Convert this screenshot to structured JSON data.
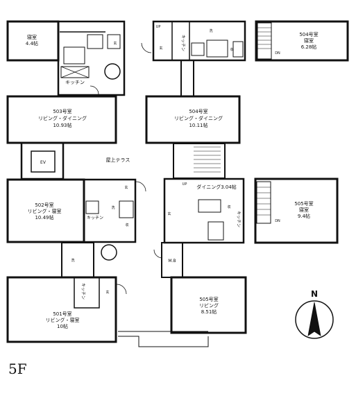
{
  "floor_label": "5F",
  "compass": {
    "letter": "N"
  },
  "labels": {
    "bedroom_tl_name": "寝室",
    "bedroom_tl_size": "4.4帖",
    "r503_name": "503号室",
    "r503_room": "リビング・ダイニング",
    "r503_size": "10.93帖",
    "r504_name": "504号室",
    "r504_room": "リビング・ダイニング",
    "r504_size": "10.11帖",
    "r504b_name": "504号室",
    "r504b_room": "寝室",
    "r504b_size": "6.28帖",
    "r502_name": "502号室",
    "r502_room": "リビング・寝室",
    "r502_size": "10.49帖",
    "r505b_name": "505号室",
    "r505b_room": "寝室",
    "r505b_size": "9.4帖",
    "r505_name": "505号室",
    "r505_room": "リビング",
    "r505_size": "8.51帖",
    "r501_name": "501号室",
    "r501_room": "リビング・寝室",
    "r501_size": "10帖",
    "dining": "ダイニング3.04帖",
    "rooftop": "屋上テラス",
    "ev": "EV",
    "mb": "M.B",
    "kitchen": "キッチン",
    "kitchen_v": "キッチン",
    "entrance": "玄",
    "washroom": "洗",
    "storage": "収",
    "up": "UP",
    "dn": "DN"
  }
}
